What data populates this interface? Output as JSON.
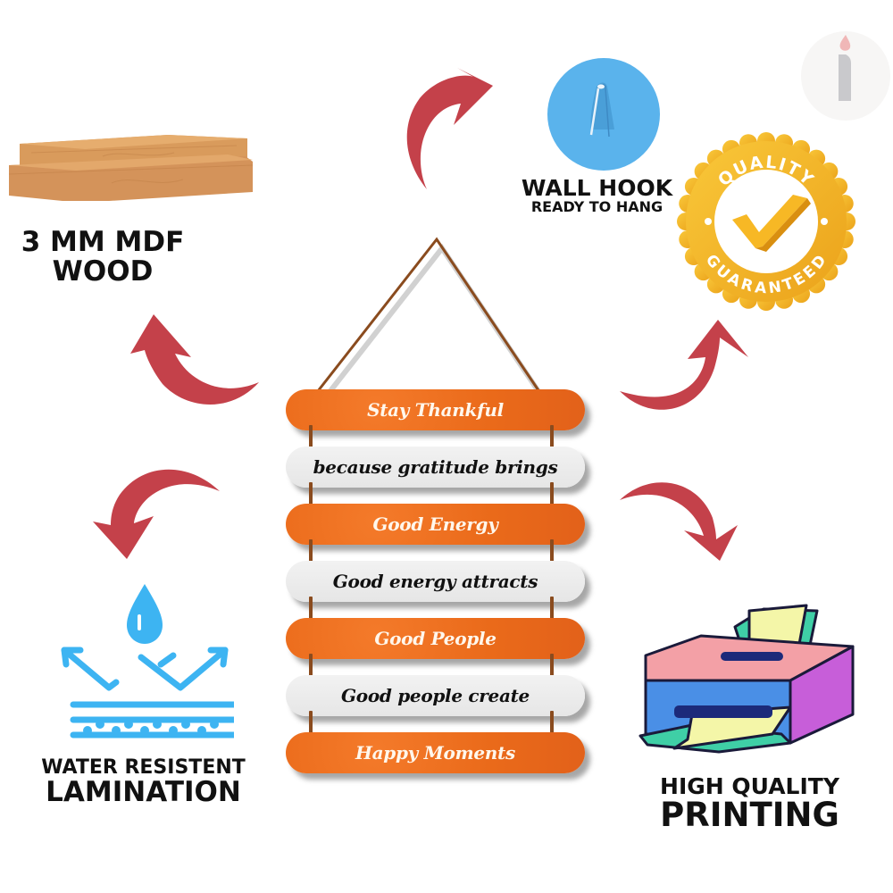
{
  "features": {
    "wood": {
      "icon": "wood-planks-icon",
      "line1": "3 MM MDF",
      "line2": "WOOD"
    },
    "hook": {
      "icon": "wall-hook-icon",
      "title": "WALL HOOK",
      "subtitle": "READY TO HANG"
    },
    "quality": {
      "icon": "quality-badge-icon",
      "top_text": "QUALITY",
      "bottom_text": "GUARANTEED"
    },
    "water": {
      "icon": "water-resistant-icon",
      "line1": "WATER RESISTENT",
      "line2": "LAMINATION"
    },
    "printing": {
      "icon": "printer-icon",
      "line1": "HIGH QUALITY",
      "line2": "PRINTING"
    }
  },
  "sign": {
    "planks": [
      {
        "text": "Stay Thankful",
        "style": "orange"
      },
      {
        "text": "because gratitude brings",
        "style": "white"
      },
      {
        "text": "Good Energy",
        "style": "orange"
      },
      {
        "text": "Good energy attracts",
        "style": "white"
      },
      {
        "text": "Good People",
        "style": "orange"
      },
      {
        "text": "Good people create",
        "style": "white"
      },
      {
        "text": "Happy Moments",
        "style": "orange"
      }
    ]
  },
  "colors": {
    "arrow": "#c4414a",
    "plank_orange": "#ea6a1a",
    "plank_white": "#ececec",
    "icon_blue": "#3db4f2",
    "badge_gold": "#f5b724",
    "text": "#111111"
  },
  "logo": {
    "icon": "brand-logo-i-icon"
  }
}
